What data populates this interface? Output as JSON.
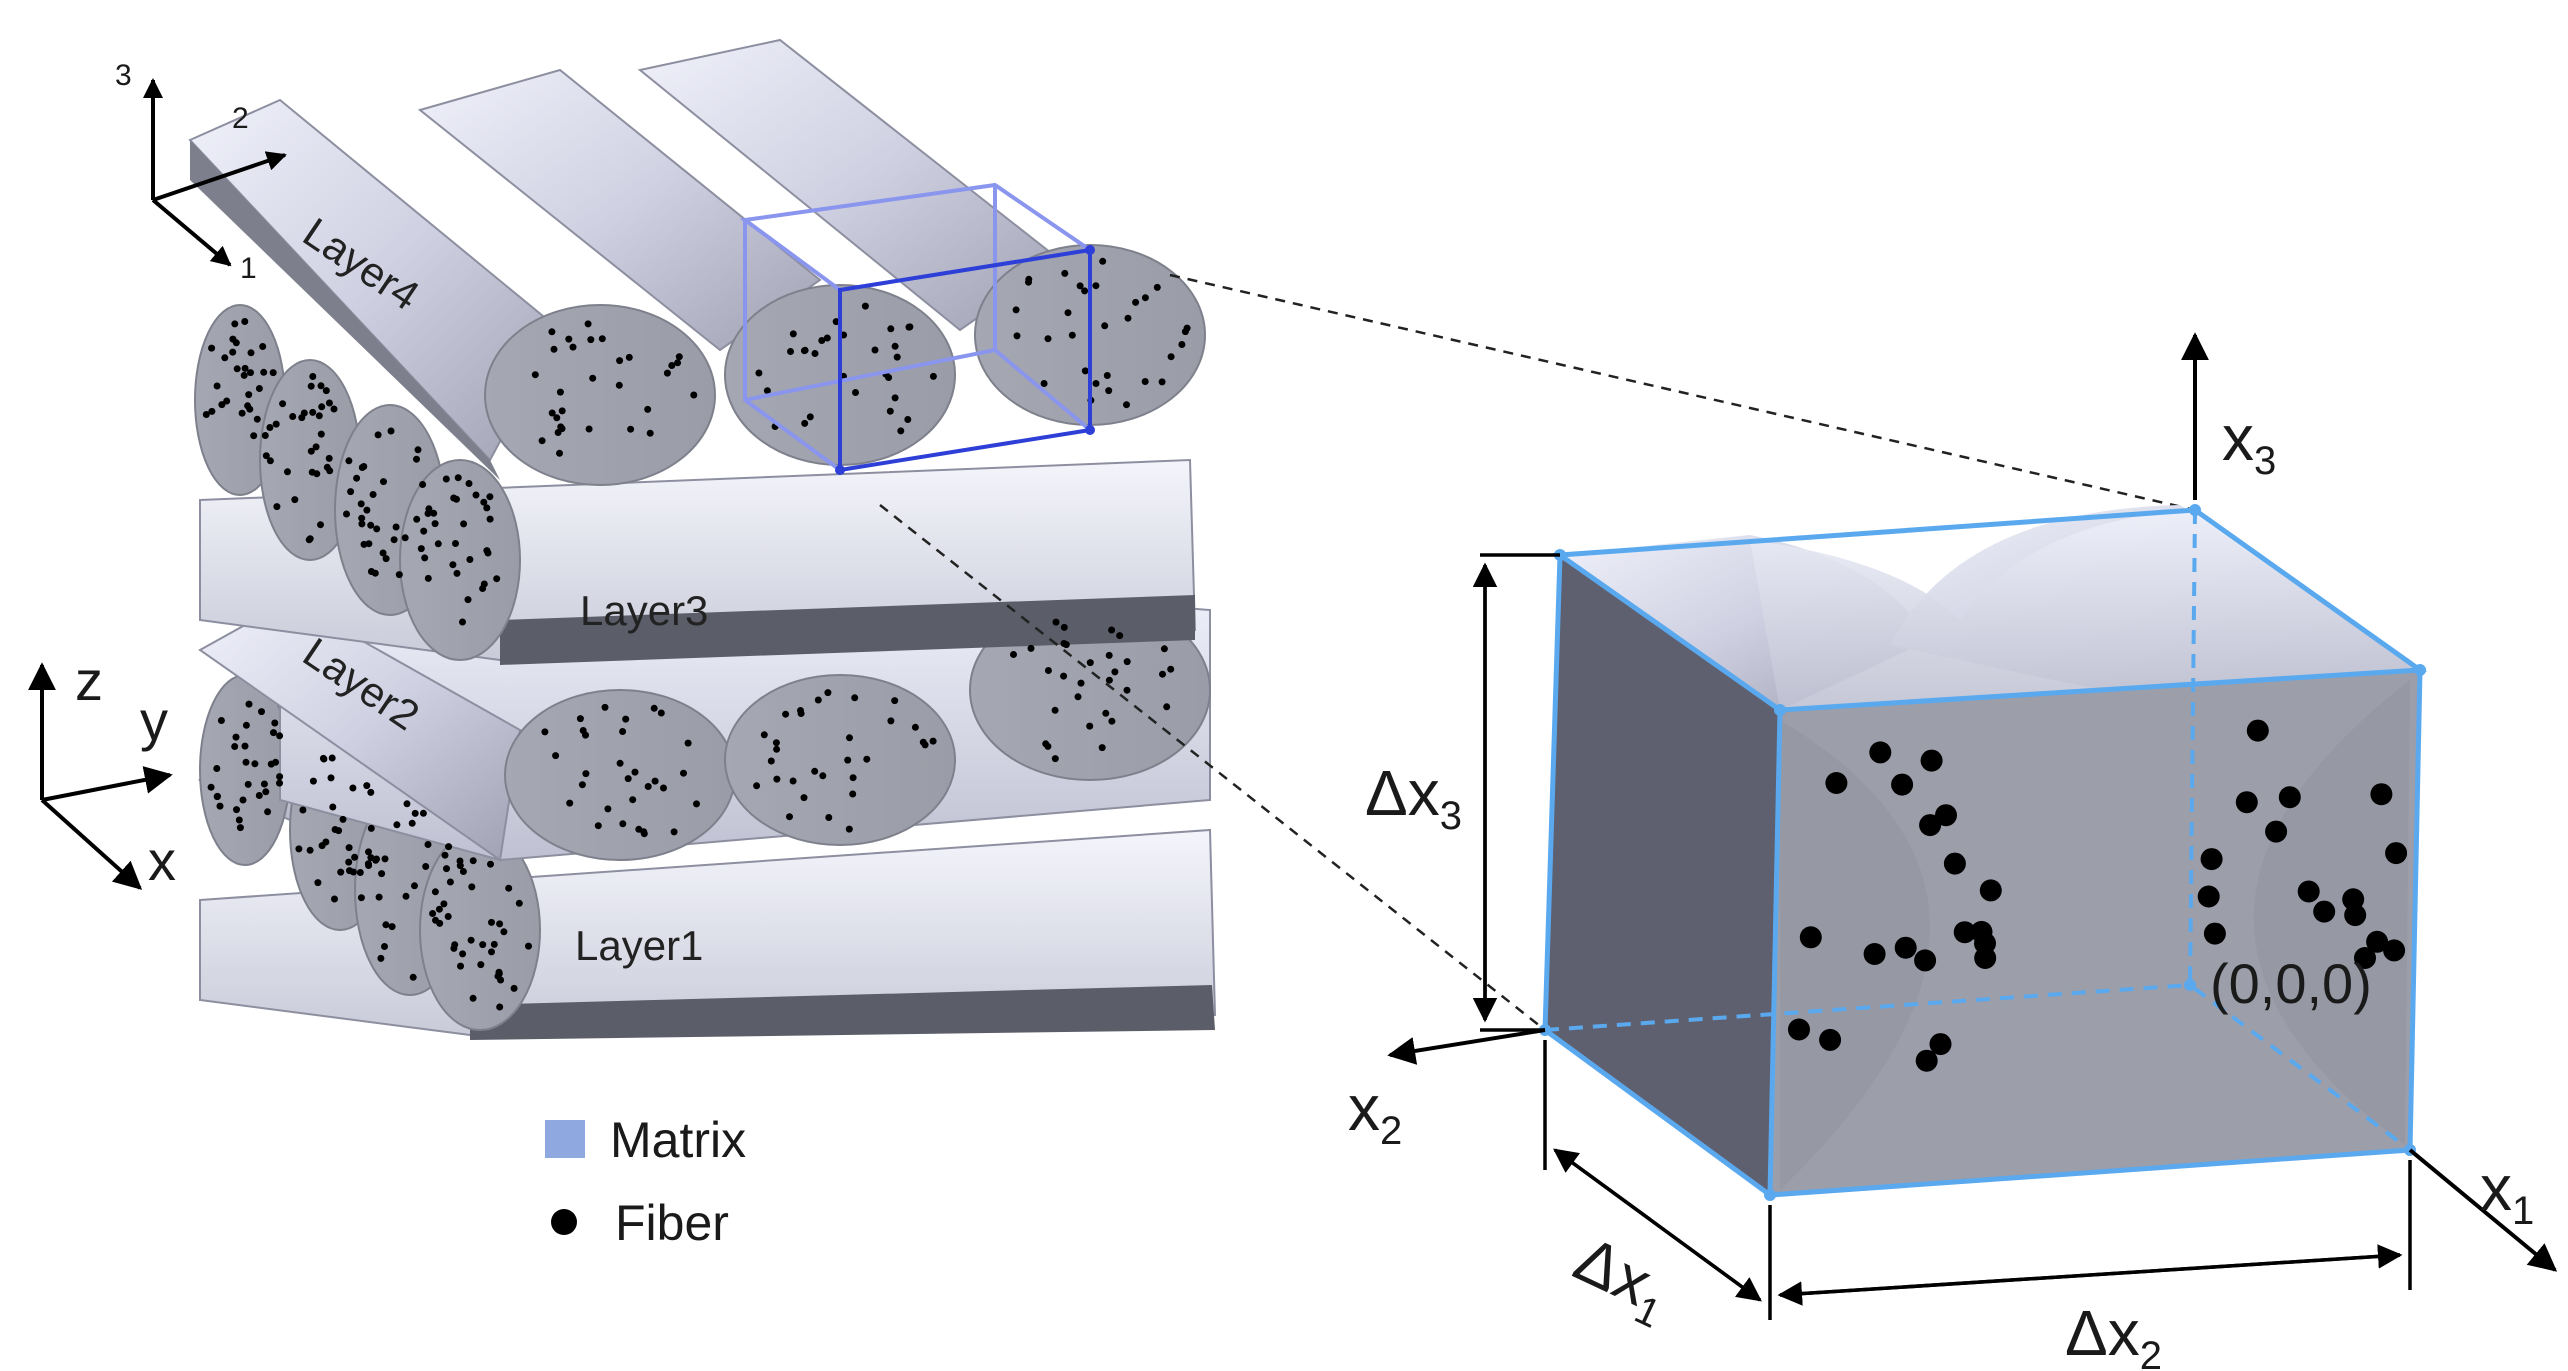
{
  "figure": {
    "layers": [
      {
        "id": "layer4",
        "label": "Layer4"
      },
      {
        "id": "layer3",
        "label": "Layer3"
      },
      {
        "id": "layer2",
        "label": "Layer2"
      },
      {
        "id": "layer1",
        "label": "Layer1"
      }
    ],
    "local_axes": {
      "a3": "3",
      "a2": "2",
      "a1": "1"
    },
    "global_axes": {
      "z": "z",
      "y": "y",
      "x": "x"
    },
    "rve_axes": {
      "x3": {
        "base": "x",
        "sub": "3"
      },
      "x2": {
        "base": "x",
        "sub": "2"
      },
      "x1": {
        "base": "x",
        "sub": "1"
      }
    },
    "dimensions": {
      "dx3": {
        "base": "Δx",
        "sub": "3"
      },
      "dx2": {
        "base": "Δx",
        "sub": "2"
      },
      "dx1": {
        "base": "Δx",
        "sub": "1"
      }
    },
    "origin_label": "(0,0,0)",
    "legend": {
      "matrix": {
        "label": "Matrix",
        "color": "#8fa8e0"
      },
      "fiber": {
        "label": "Fiber",
        "color": "#000000"
      }
    },
    "colors": {
      "tow_top": "#d9dbec",
      "tow_side": "#a8aab8",
      "tow_end": "#9a9ca8",
      "cell_outline_left": "#2d3fd6",
      "cell_outline_right": "#5aa9ef"
    }
  }
}
